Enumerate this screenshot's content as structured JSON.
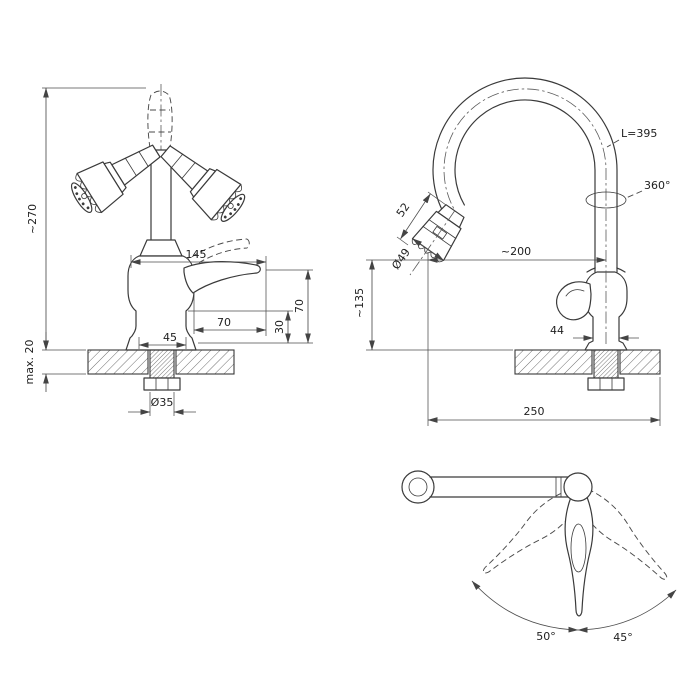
{
  "ink": "#3a3a3a",
  "views": {
    "front": {
      "overall_height": "~270",
      "mount_thickness": "max. 20",
      "lever_length": "145",
      "spout_reach": "70",
      "base_width": "45",
      "step_height": "30",
      "lever_height": "70",
      "shank_diameter": "Ø35"
    },
    "side": {
      "hose_length": "L=395",
      "swivel_angle": "360°",
      "head_length": "52",
      "head_diameter": "Ø49",
      "reach": "~200",
      "outlet_height": "~135",
      "body_diameter": "44",
      "overall_reach": "250"
    },
    "top": {
      "swing_left": "50°",
      "swing_right": "45°"
    }
  }
}
